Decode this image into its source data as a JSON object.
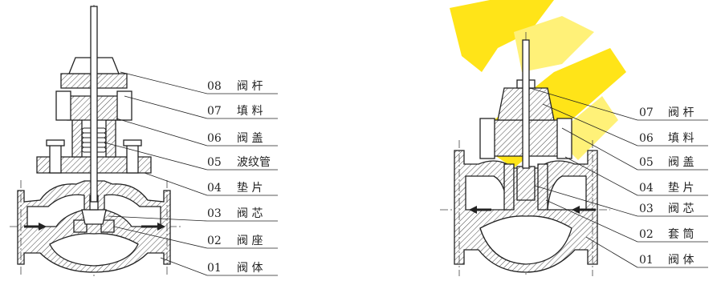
{
  "colors": {
    "line": "#222222",
    "watermark": "#ffe200"
  },
  "left_diagram": {
    "labels": [
      {
        "num": "08",
        "name": "阀 杆"
      },
      {
        "num": "07",
        "name": "填 料"
      },
      {
        "num": "06",
        "name": "阀 盖"
      },
      {
        "num": "05",
        "name": "波纹管"
      },
      {
        "num": "04",
        "name": "垫 片"
      },
      {
        "num": "03",
        "name": "阀 芯"
      },
      {
        "num": "02",
        "name": "阀 座"
      },
      {
        "num": "01",
        "name": "阀 体"
      }
    ]
  },
  "right_diagram": {
    "labels": [
      {
        "num": "07",
        "name": "阀 杆"
      },
      {
        "num": "06",
        "name": "填 料"
      },
      {
        "num": "05",
        "name": "阀 盖"
      },
      {
        "num": "04",
        "name": "垫 片"
      },
      {
        "num": "03",
        "name": "阀 芯"
      },
      {
        "num": "02",
        "name": "套 筒"
      },
      {
        "num": "01",
        "name": "阀 体"
      }
    ]
  }
}
